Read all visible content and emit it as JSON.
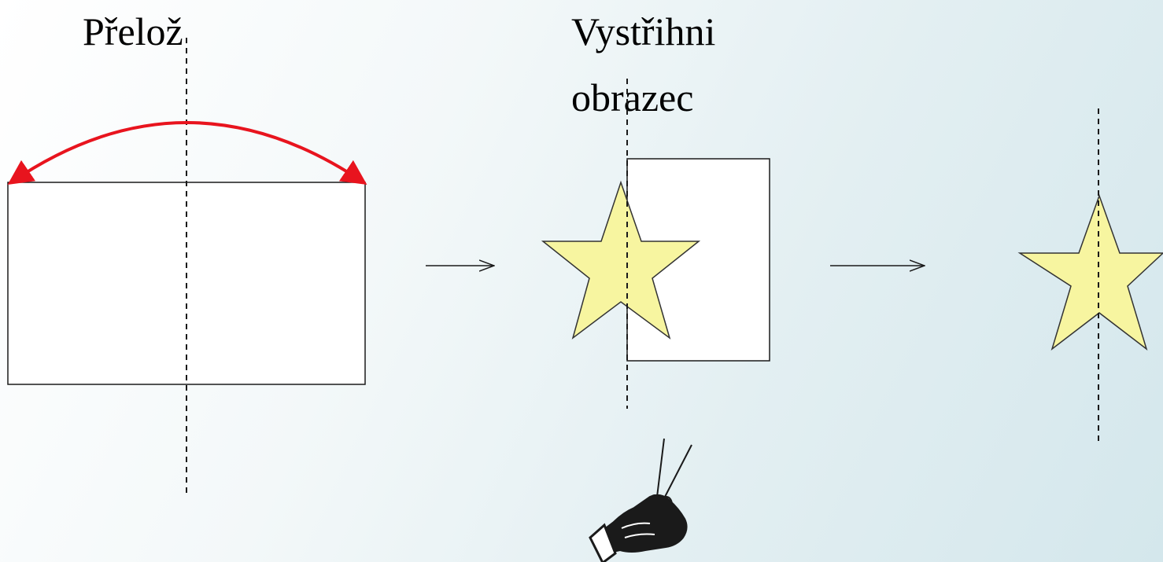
{
  "steps": {
    "fold": {
      "label": "Přelož"
    },
    "cut": {
      "label_line1": "Vystřihni",
      "label_line2": "obrazec"
    }
  },
  "colors": {
    "star_fill": "#f7f5a0",
    "star_stroke": "#333333",
    "fold_arrow": "#e8141e",
    "paper_fill": "#ffffff",
    "outline": "#1a1a1a"
  },
  "icons": [
    "fold-arrow-icon",
    "right-arrow-icon",
    "star-icon",
    "scissors-icon",
    "hand-icon"
  ]
}
